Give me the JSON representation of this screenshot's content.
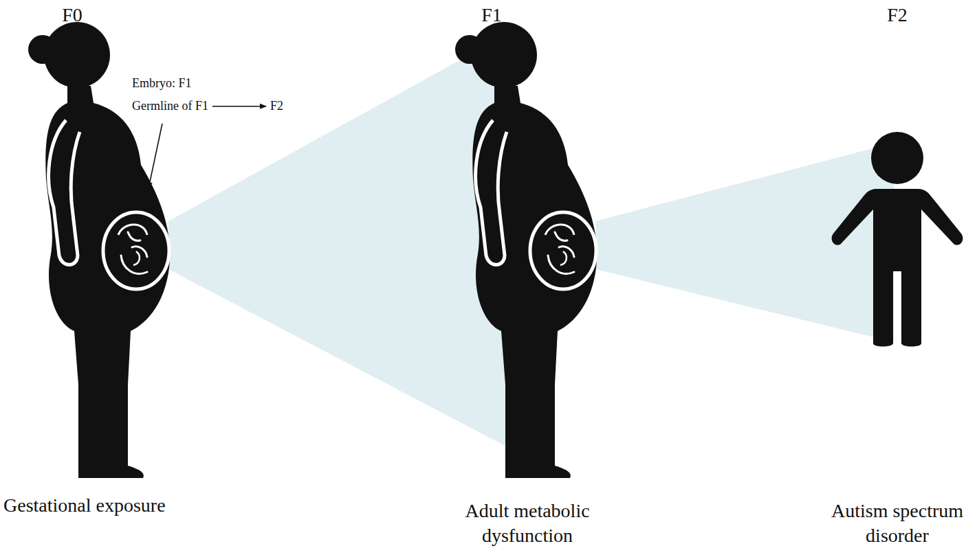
{
  "diagram": {
    "labels": [
      "F0",
      "F1",
      "F2",
      "Embryo: F1",
      "Germline of F1",
      "F2",
      "Gestational exposure",
      "Adult metabolic dysfunction",
      "Autism spectrum disorder"
    ]
  }
}
